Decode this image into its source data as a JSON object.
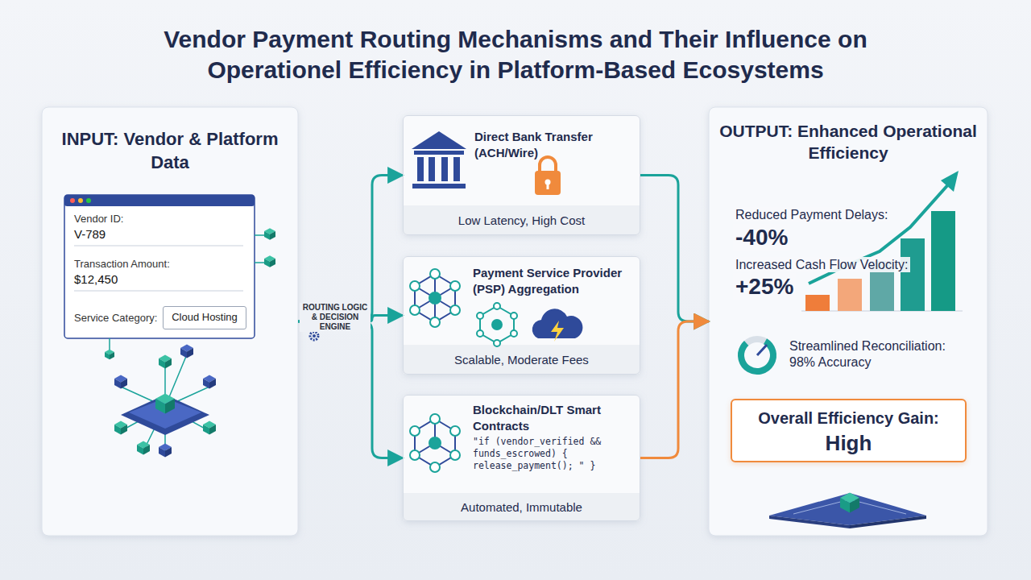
{
  "diagram": {
    "title": "Vendor Payment Routing Mechanisms and Their Influence on Operationel Efficiency in Platform-Based Ecosystems",
    "nodes": [
      {
        "text": [
          "INPUT: Vendor & Platform Data"
        ]
      },
      {
        "text": [
          "Vendor ID:",
          "V-789",
          "Transaction Amount:",
          "$12,450",
          "Service Category:"
        ],
        "in": 0
      },
      {
        "text": [
          "Cloud Hosting"
        ],
        "in": 1
      },
      {
        "text": [
          "Direct Bank Transfer (ACH/Wire)",
          "Low Latency, High Cost"
        ]
      },
      {
        "text": [
          "Payment Service Provider (PSP) Aggregation",
          "Scalable, Moderate Fees"
        ]
      },
      {
        "text": [
          "Blockchain/DLT Smart Contracts",
          "\"if (vendor_verified && funds_escrowed) { release_payment(); \" }",
          "Automated, Immutable"
        ]
      },
      {
        "text": [
          "OUTPUT: Enhanced Operational Efficiency",
          "Reduced Payment Delays:",
          "-40%",
          "Increased Cash Flow Velocity:",
          "+25%",
          "Streamlined Reconciliation:",
          "98% Accuracy"
        ]
      },
      {
        "text": [
          "Overall Efficiency Gain:",
          "High"
        ],
        "in": 6
      }
    ],
    "edges": [
      {
        "from": 0,
        "to": 3,
        "arrow": "to"
      },
      {
        "from": 0,
        "to": 4,
        "arrow": "to"
      },
      {
        "from": 0,
        "to": 5,
        "arrow": "to"
      },
      {
        "from": 3,
        "to": 6,
        "arrow": "to"
      },
      {
        "from": 5,
        "to": 6,
        "arrow": "to"
      }
    ],
    "labels": [
      "ROUTING LOGIC & DECISION ENGINE"
    ]
  }
}
